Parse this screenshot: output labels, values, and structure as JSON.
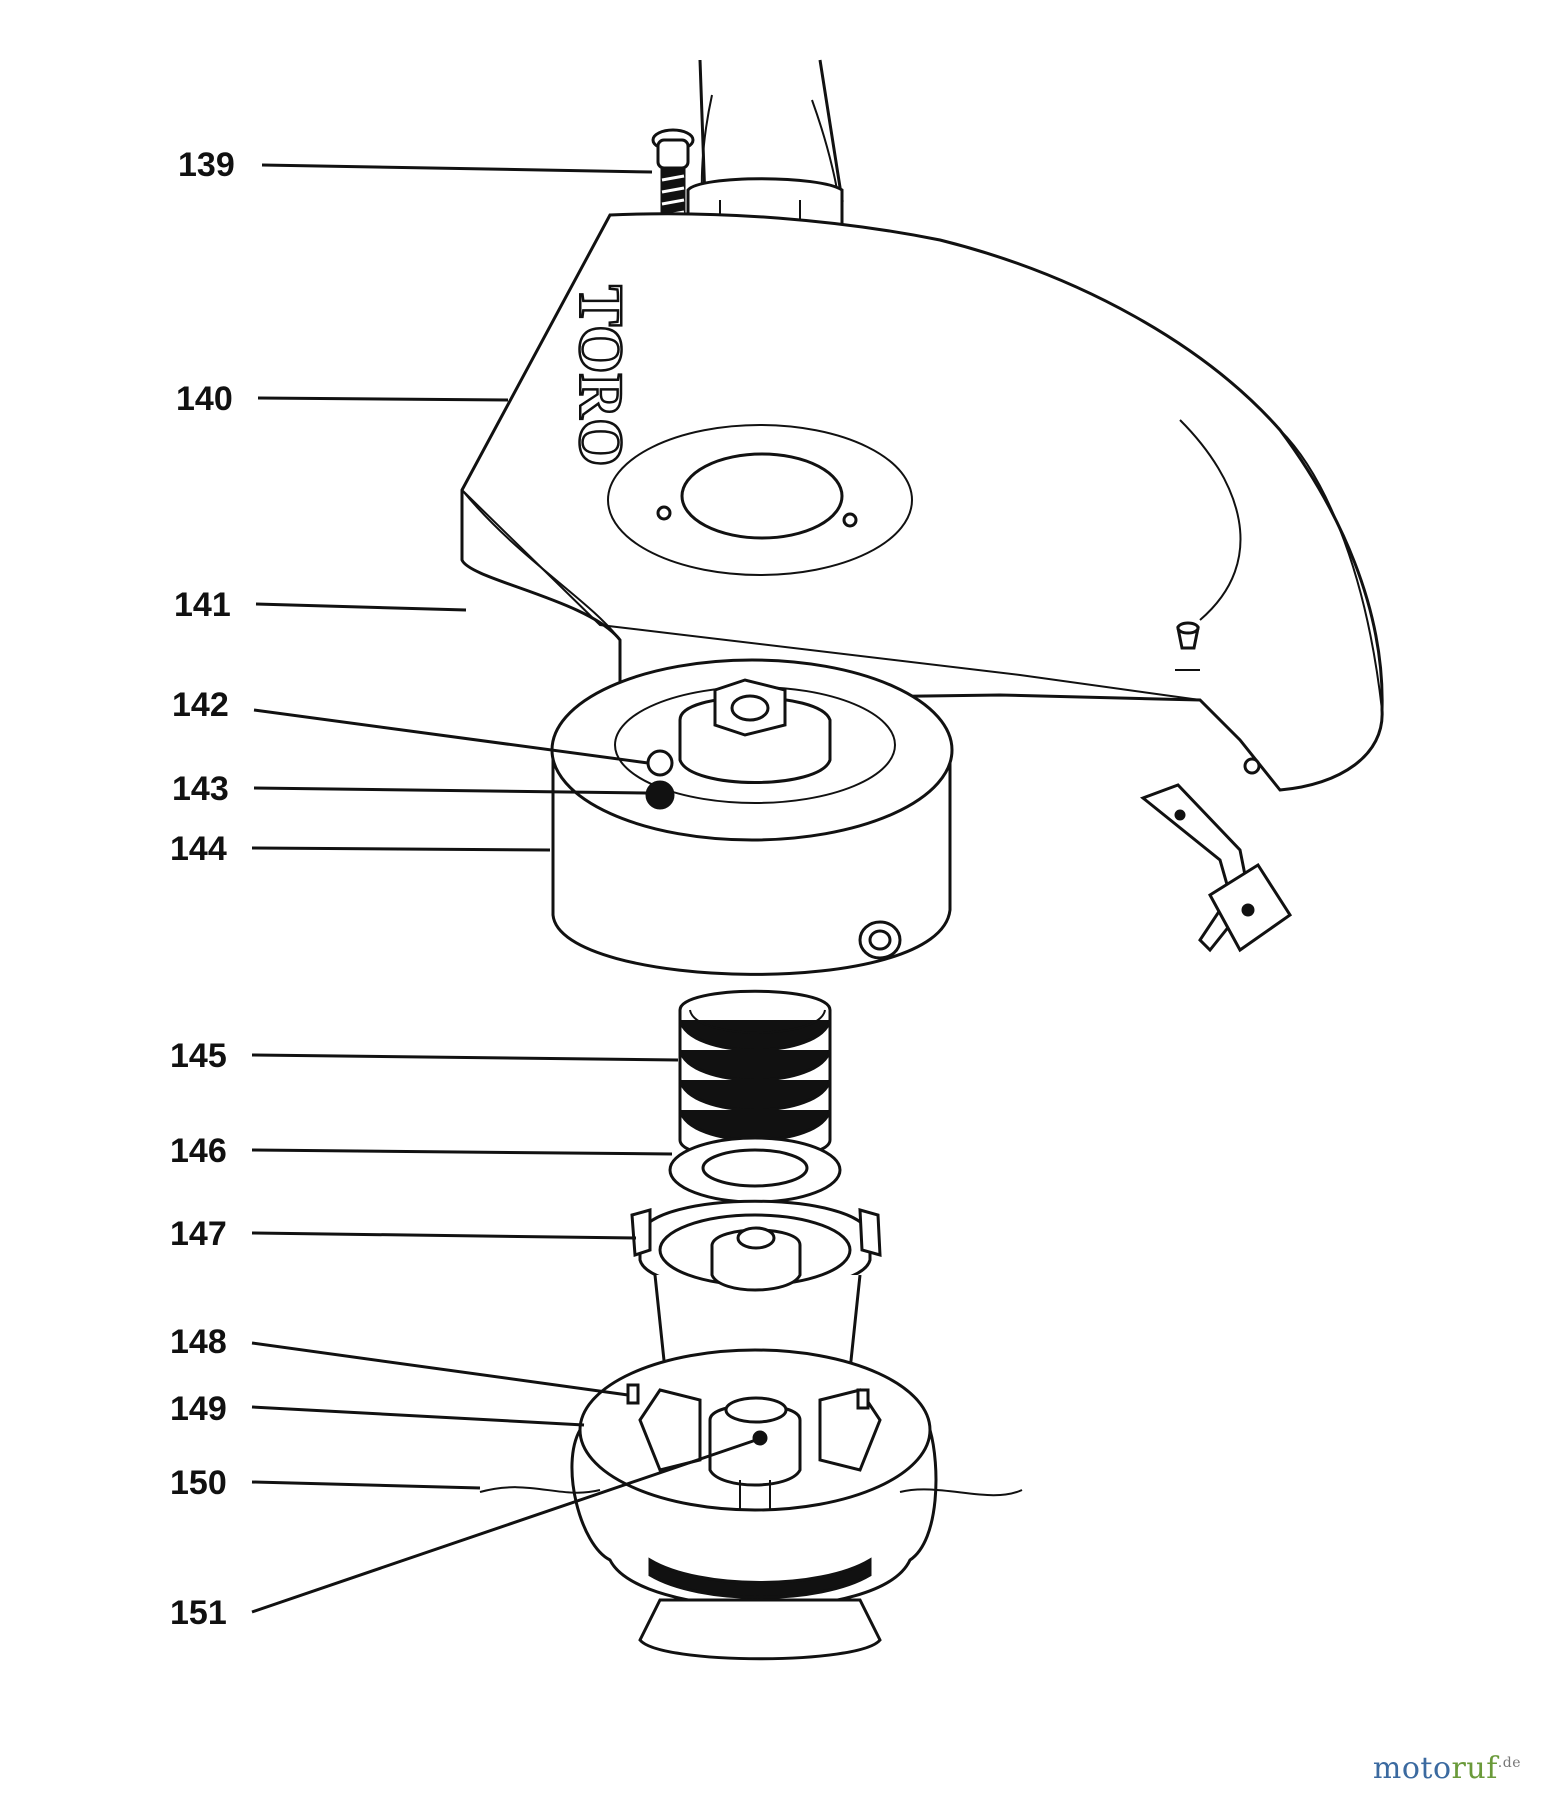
{
  "diagram": {
    "brand_on_part": "TORO",
    "callouts": [
      {
        "id": "139",
        "label": "139"
      },
      {
        "id": "140",
        "label": "140"
      },
      {
        "id": "141",
        "label": "141"
      },
      {
        "id": "142",
        "label": "142"
      },
      {
        "id": "143",
        "label": "143"
      },
      {
        "id": "144",
        "label": "144"
      },
      {
        "id": "145",
        "label": "145"
      },
      {
        "id": "146",
        "label": "146"
      },
      {
        "id": "147",
        "label": "147"
      },
      {
        "id": "148",
        "label": "148"
      },
      {
        "id": "149",
        "label": "149"
      },
      {
        "id": "150",
        "label": "150"
      },
      {
        "id": "151",
        "label": "151"
      }
    ]
  },
  "watermark": {
    "part1": "moto",
    "part2": "ruf",
    "suffix": ".de"
  }
}
